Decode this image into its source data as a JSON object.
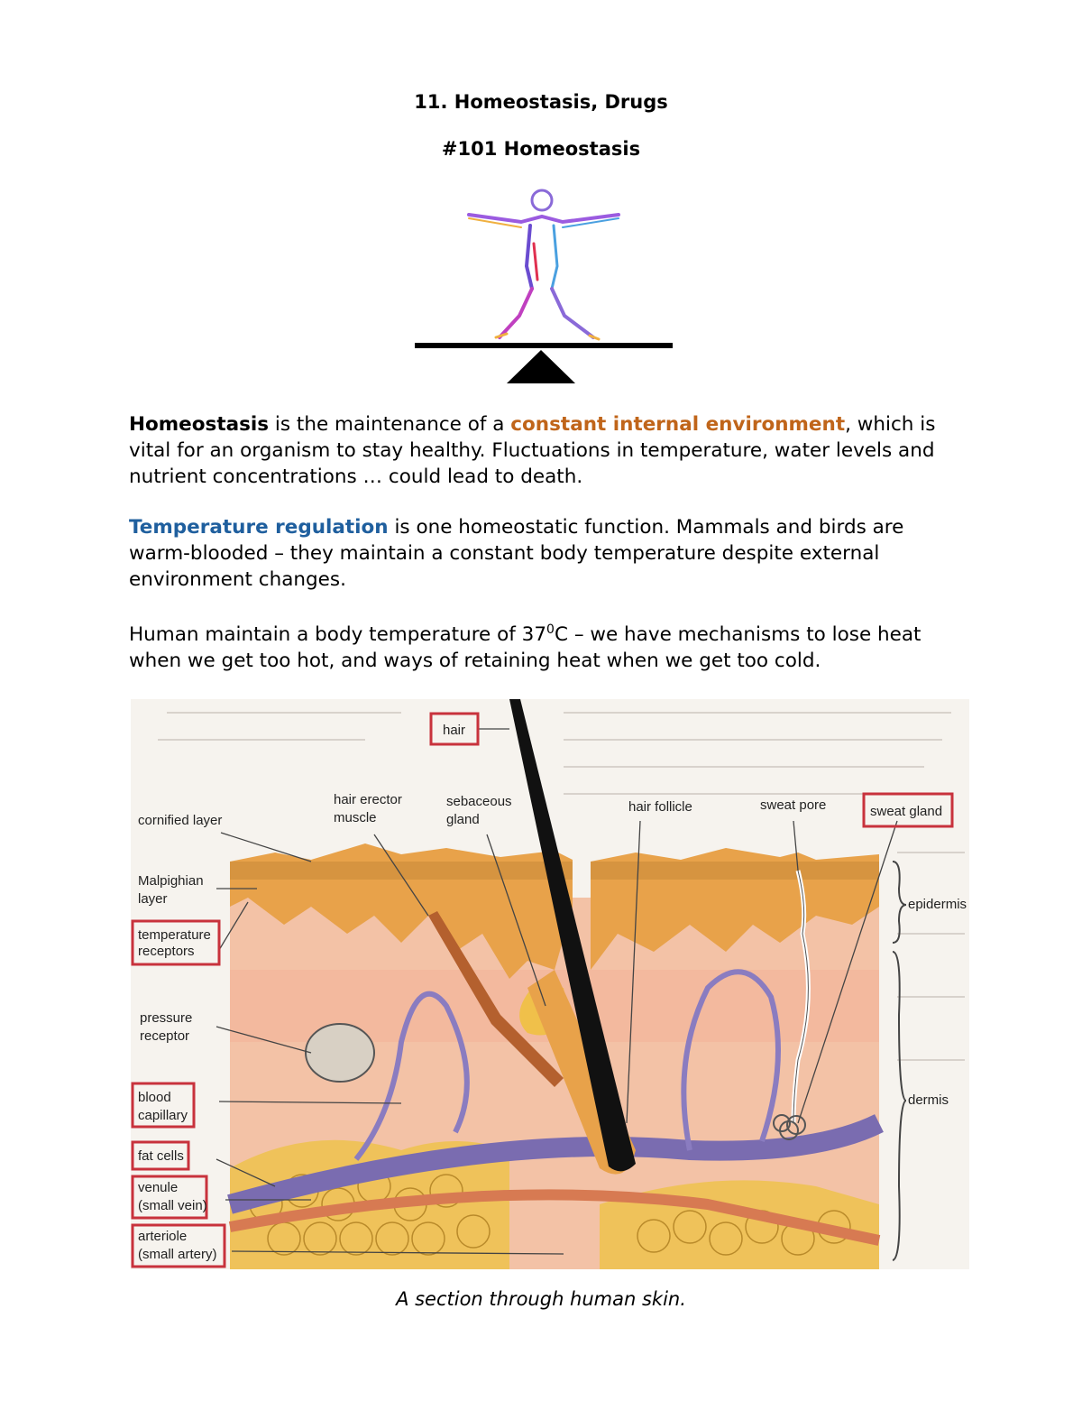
{
  "heading": "11. Homeostasis, Drugs",
  "subheading": "#101 Homeostasis",
  "paragraph1": {
    "term": "Homeostasis",
    "text_a": " is the maintenance of a ",
    "highlight": "constant internal environment",
    "text_b": ", which is vital for an organism to stay healthy. Fluctuations in temperature, water levels and nutrient concentrations … could lead to death."
  },
  "paragraph2": {
    "term": "Temperature regulation",
    "text": " is one homeostatic function. Mammals and birds are warm-blooded – they maintain a constant body temperature despite external environment changes."
  },
  "paragraph3": {
    "text_a": "Human maintain a body temperature of 37",
    "superscript": "0",
    "text_b": "C – we have mechanisms to lose heat when we get too hot, and ways of retaining heat when we get too cold."
  },
  "diagram": {
    "labels": {
      "hair": "hair",
      "hair_erector_1": "hair erector",
      "hair_erector_2": "muscle",
      "sebaceous_1": "sebaceous",
      "sebaceous_2": "gland",
      "hair_follicle": "hair follicle",
      "sweat_pore": "sweat pore",
      "sweat_gland": "sweat gland",
      "cornified": "cornified layer",
      "malpighian_1": "Malpighian",
      "malpighian_2": "layer",
      "temp_rec_1": "temperature",
      "temp_rec_2": "receptors",
      "pressure_1": "pressure",
      "pressure_2": "receptor",
      "blood_1": "blood",
      "blood_2": "capillary",
      "fat_cells": "fat cells",
      "venule_1": "venule",
      "venule_2": "(small vein)",
      "arteriole_1": "arteriole",
      "arteriole_2": "(small artery)",
      "epidermis": "epidermis",
      "dermis": "dermis"
    },
    "colors": {
      "highlight_box": "#c8323c",
      "epidermis": "#e8a34a",
      "dermis": "#f4c4a8",
      "fat": "#f0c860",
      "vein": "#7b6fb0"
    }
  },
  "caption": "A section through human skin."
}
